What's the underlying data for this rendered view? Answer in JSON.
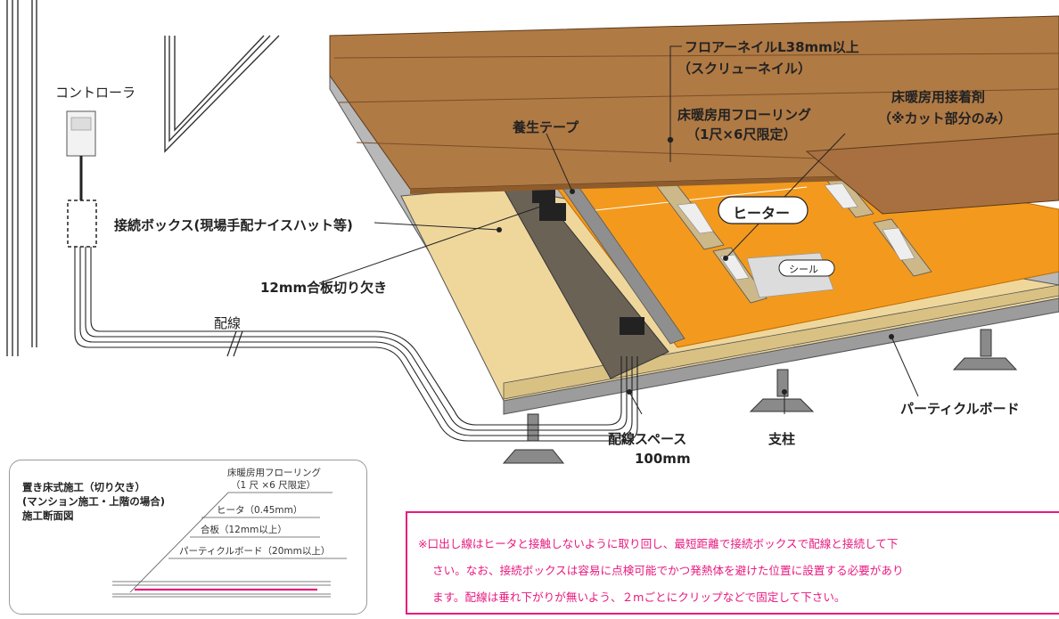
{
  "labels": {
    "controller": "コントローラ",
    "junction_box": "接続ボックス(現場手配ナイスハット等)",
    "plywood_notch": "12mm合板切り欠き",
    "wiring": "配線",
    "curing_tape": "養生テープ",
    "floor_nail_1": "フロアーネイルL38mm以上",
    "floor_nail_2": "（スクリューネイル）",
    "flooring_1": "床暖房用フローリング",
    "flooring_2": "（1尺×6尺限定）",
    "adhesive_1": "床暖房用接着剤",
    "adhesive_2": "（※カット部分のみ）",
    "heater": "ヒーター",
    "seal": "シール",
    "particle_board": "パーティクルボード",
    "wiring_space_1": "配線スペース",
    "wiring_space_2": "100mm",
    "support_post": "支柱"
  },
  "inset": {
    "title_1": "置き床式施工（切り欠き）",
    "title_2": "(マンション施工・上階の場合)",
    "title_3": "施工断面図",
    "layer_flooring_1": "床暖房用フローリング",
    "layer_flooring_2": "（1 尺 ×6 尺限定）",
    "layer_heater": "ヒータ（0.45mm）",
    "layer_plywood": "合板（12mm以上）",
    "layer_particle": "パーティクルボード（20mm以上）"
  },
  "note": {
    "line_1": "※口出し線はヒータと接触しないように取り回し、最短距離で接続ボックスで配線と接続して下",
    "line_2": "さい。なお、接続ボックスは容易に点検可能でかつ発熱体を避けた位置に設置する必要があり",
    "line_3": "ます。配線は垂れ下がりが無いよう、２mごとにクリップなどで固定して下さい。"
  },
  "colors": {
    "heater_orange": "#f39a1e",
    "wood_brown": "#b07a45",
    "plywood_tan": "#efd79c",
    "particle_gray": "#b8b8b8",
    "note_pink": "#e8197e"
  }
}
